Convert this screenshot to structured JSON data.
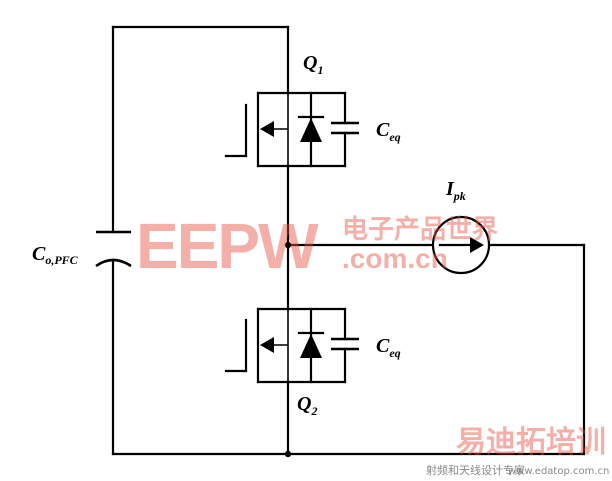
{
  "labels": {
    "q1_main": "Q",
    "q1_sub": "1",
    "q2_main": "Q",
    "q2_sub": "2",
    "ceq1_main": "C",
    "ceq1_sub": "eq",
    "ceq2_main": "C",
    "ceq2_sub": "eq",
    "ipk_main": "I",
    "ipk_sub": "pk",
    "copfc_main": "C",
    "copfc_sub": "o,PFC"
  },
  "watermarks": {
    "eepw_logo": "EEPW",
    "eepw_cn": "电子产品世界",
    "eepw_domain": ".com.cn",
    "rf_cn": "易迪拓培训",
    "rf_tagline": "射频和天线设计专家",
    "rf_domain": "www.edatop.com.cn"
  },
  "colors": {
    "line": "#000000",
    "watermark_red": "#e8503f",
    "watermark_gray": "#888888"
  }
}
